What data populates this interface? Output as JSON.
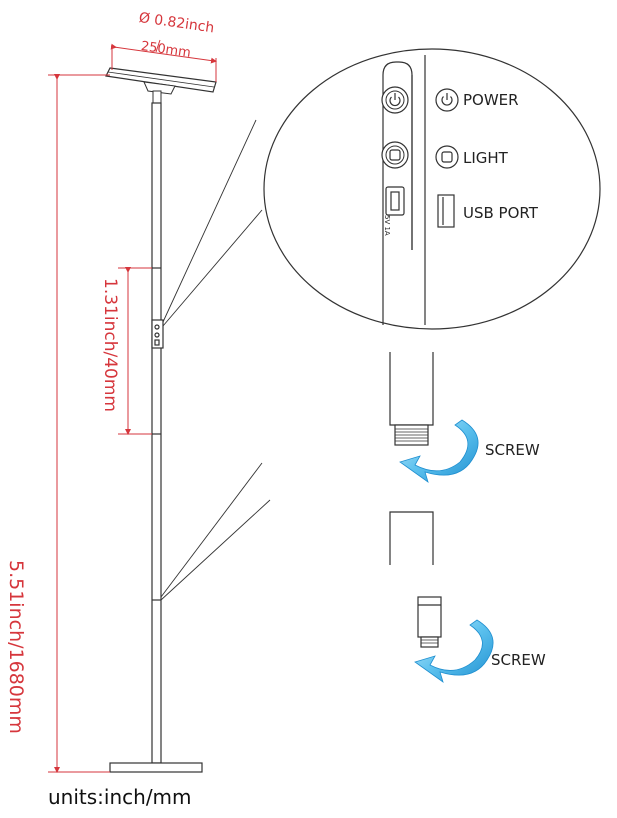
{
  "dimensions": {
    "head_diameter": "Ø 0.82inch",
    "head_width": "250mm",
    "total_height": "5.51inch/1680mm",
    "segment_height": "1.31inch/40mm"
  },
  "controls": {
    "power": "POWER",
    "light": "LIGHT",
    "usb_port": "USB PORT",
    "usb_spec": "5V 1A"
  },
  "assembly": {
    "screw_top": "SCREW",
    "screw_bottom": "SCREW"
  },
  "footer": {
    "units": "units:inch/mm"
  },
  "colors": {
    "dimension": "#d6363c",
    "outline": "#333333",
    "arrow_light": "#9fd8f3",
    "arrow_dark": "#1f9ad6"
  }
}
